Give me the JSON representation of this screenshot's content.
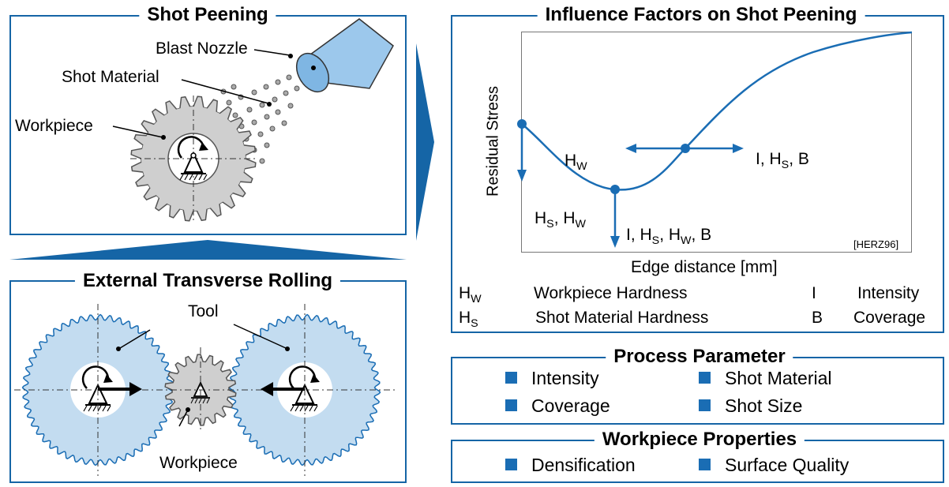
{
  "shot_peening": {
    "title": "Shot Peening",
    "blast_nozzle": "Blast Nozzle",
    "shot_material": "Shot Material",
    "workpiece": "Workpiece"
  },
  "rolling": {
    "title": "External Transverse Rolling",
    "tool": "Tool",
    "workpiece": "Workpiece"
  },
  "influence": {
    "title": "Influence Factors on Shot Peening",
    "y_axis": "Residual Stress",
    "x_axis": "Edge distance [mm]",
    "source": "[HERZ96]",
    "annotations": {
      "hw": {
        "main": "H",
        "sub": "W"
      },
      "hs_hw": {
        "main": "H",
        "sub1": "S",
        "mid": ", H",
        "sub2": "W"
      },
      "i_hs_hw_b": {
        "pre": "I, H",
        "sub1": "S",
        "mid": ", H",
        "sub2": "W",
        "post": ", B"
      },
      "i_hs_b": {
        "pre": "I, H",
        "sub1": "S",
        "post": ", B"
      }
    },
    "legend": [
      {
        "sym": "H",
        "sub": "W",
        "desc": "Workpiece Hardness",
        "sym2": "I",
        "desc2": "Intensity"
      },
      {
        "sym": "H",
        "sub": "S",
        "desc": "Shot Material Hardness",
        "sym2": "B",
        "desc2": "Coverage"
      }
    ]
  },
  "process_parameter": {
    "title": "Process Parameter",
    "items": [
      "Intensity",
      "Shot Material",
      "Coverage",
      "Shot Size"
    ]
  },
  "workpiece_properties": {
    "title": "Workpiece Properties",
    "items": [
      "Densification",
      "Surface Quality"
    ]
  },
  "colors": {
    "accent": "#1565a6",
    "nozzle": "#9cc8ec",
    "gear_gray": "#cfcfcf",
    "tool_blue": "#c3dcf0"
  }
}
